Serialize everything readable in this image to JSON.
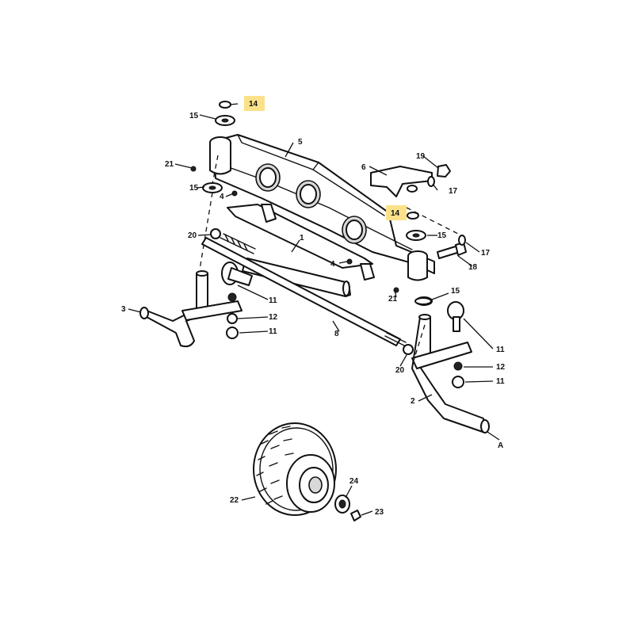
{
  "callouts": {
    "c1": "1",
    "c2": "2",
    "c3": "3",
    "c4a": "4",
    "c4b": "4",
    "c5": "5",
    "c6": "6",
    "c8": "8",
    "c11a": "11",
    "c11b": "11",
    "c11c": "11",
    "c11d": "11",
    "c12a": "12",
    "c12b": "12",
    "c14a": "14",
    "c14b": "14",
    "c15a": "15",
    "c15b": "15",
    "c15c": "15",
    "c15d": "15",
    "c17a": "17",
    "c17b": "17",
    "c18": "18",
    "c19": "19",
    "c20a": "20",
    "c20b": "20",
    "c21a": "21",
    "c21b": "21",
    "c22": "22",
    "c23": "23",
    "c24": "24",
    "cA": "A"
  },
  "highlight_color": "#fbe28a",
  "highlighted_parts": [
    "14"
  ]
}
